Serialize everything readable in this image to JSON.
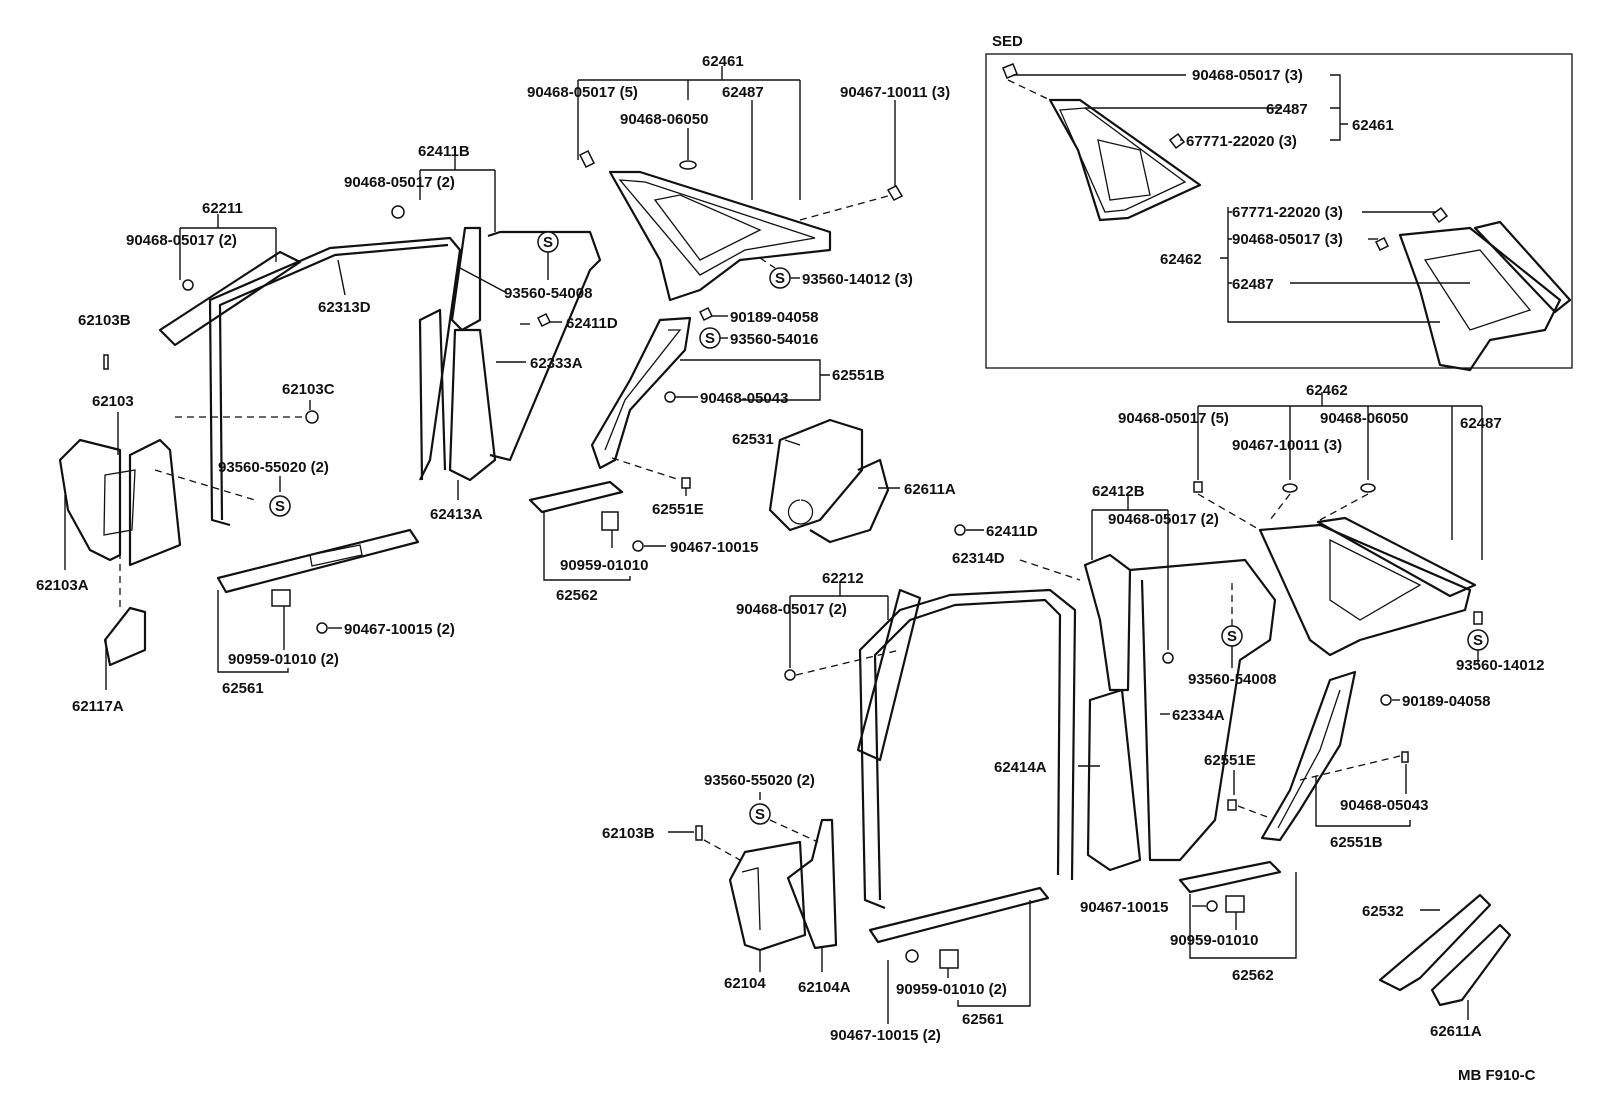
{
  "inset_title": "SED",
  "footer_code": "MB F910-C",
  "labels": {
    "l62461": "62461",
    "l90468_05017_5": "90468-05017 (5)",
    "l62487": "62487",
    "l90467_10011_3": "90467-10011 (3)",
    "l90468_06050": "90468-06050",
    "l62411B": "62411B",
    "l90468_05017_2a": "90468-05017 (2)",
    "l62211": "62211",
    "l90468_05017_2b": "90468-05017 (2)",
    "l62313D": "62313D",
    "l93560_54008": "93560-54008",
    "l93560_14012_3": "93560-14012 (3)",
    "l62411D": "62411D",
    "l90189_04058": "90189-04058",
    "l93560_54016": "93560-54016",
    "l62103B": "62103B",
    "l62333A": "62333A",
    "l62551B": "62551B",
    "l62103": "62103",
    "l62103C": "62103C",
    "l90468_05043": "90468-05043",
    "l62531": "62531",
    "l93560_55020_2": "93560-55020 (2)",
    "l62611A": "62611A",
    "l62413A": "62413A",
    "l62551E": "62551E",
    "l62103A": "62103A",
    "l90467_10015": "90467-10015",
    "l90959_01010": "90959-01010",
    "l62562": "62562",
    "l90467_10015_2": "90467-10015 (2)",
    "l90959_01010_2": "90959-01010 (2)",
    "l62561": "62561",
    "l62117A": "62117A",
    "s90468_05017_3": "90468-05017 (3)",
    "s62487": "62487",
    "s62461": "62461",
    "s67771_22020_3a": "67771-22020 (3)",
    "s67771_22020_3b": "67771-22020 (3)",
    "s90468_05017_3b": "90468-05017 (3)",
    "s62462": "62462",
    "s62487b": "62487",
    "r62462": "62462",
    "r90468_05017_5": "90468-05017 (5)",
    "r90468_06050": "90468-06050",
    "r62487": "62487",
    "r90467_10011_3": "90467-10011 (3)",
    "r62412B": "62412B",
    "r90468_05017_2": "90468-05017 (2)",
    "r62411D": "62411D",
    "r62314D": "62314D",
    "r62212": "62212",
    "r90468_05017_2b": "90468-05017 (2)",
    "r93560_54008": "93560-54008",
    "r93560_14012": "93560-14012",
    "r90189_04058": "90189-04058",
    "r62334A": "62334A",
    "r62414A": "62414A",
    "r62551E": "62551E",
    "r90468_05043": "90468-05043",
    "r62551B": "62551B",
    "r93560_55020_2": "93560-55020 (2)",
    "r62103B": "62103B",
    "r62104": "62104",
    "r62104A": "62104A",
    "r90467_10015": "90467-10015",
    "r90959_01010": "90959-01010",
    "r62562": "62562",
    "r62532": "62532",
    "r90959_01010_2": "90959-01010 (2)",
    "r90467_10015_2": "90467-10015 (2)",
    "r62561": "62561",
    "r62611A": "62611A"
  },
  "symbol_text": "S"
}
